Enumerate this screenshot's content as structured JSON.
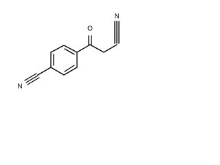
{
  "molecule": {
    "atoms": {
      "nitrogen_top": "N",
      "oxygen": "O",
      "nitrogen_left": "N"
    }
  }
}
